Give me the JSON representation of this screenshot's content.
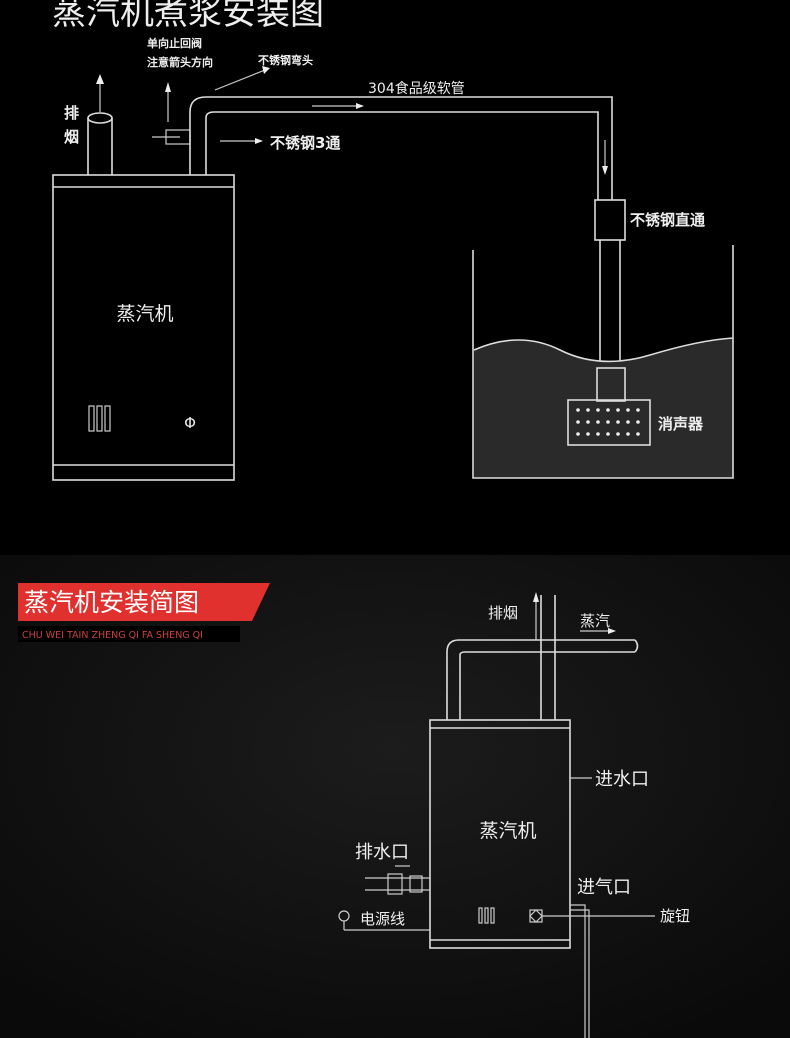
{
  "top_diagram": {
    "title": "蒸汽机煮浆安装图",
    "labels": {
      "exhaust_1": "排",
      "exhaust_2": "烟",
      "check_valve_1": "单向止回阀",
      "check_valve_2": "注意箭头方向",
      "elbow": "不锈钢弯头",
      "hose": "304食品级软管",
      "tee": "不锈钢3通",
      "straight": "不锈钢直通",
      "silencer": "消声器",
      "machine": "蒸汽机",
      "knob_symbol": "Φ"
    }
  },
  "bottom_diagram": {
    "banner_title": "蒸汽机安装简图",
    "banner_subtitle": "CHU WEI TAIN ZHENG QI FA SHENG QI",
    "labels": {
      "exhaust": "排烟",
      "steam": "蒸汽",
      "water_inlet": "进水口",
      "machine": "蒸汽机",
      "drain": "排水口",
      "gas_inlet": "进气口",
      "power_cord": "电源线",
      "knob": "旋钮"
    }
  },
  "colors": {
    "banner_red": "#e0312f",
    "background": "#000000"
  }
}
